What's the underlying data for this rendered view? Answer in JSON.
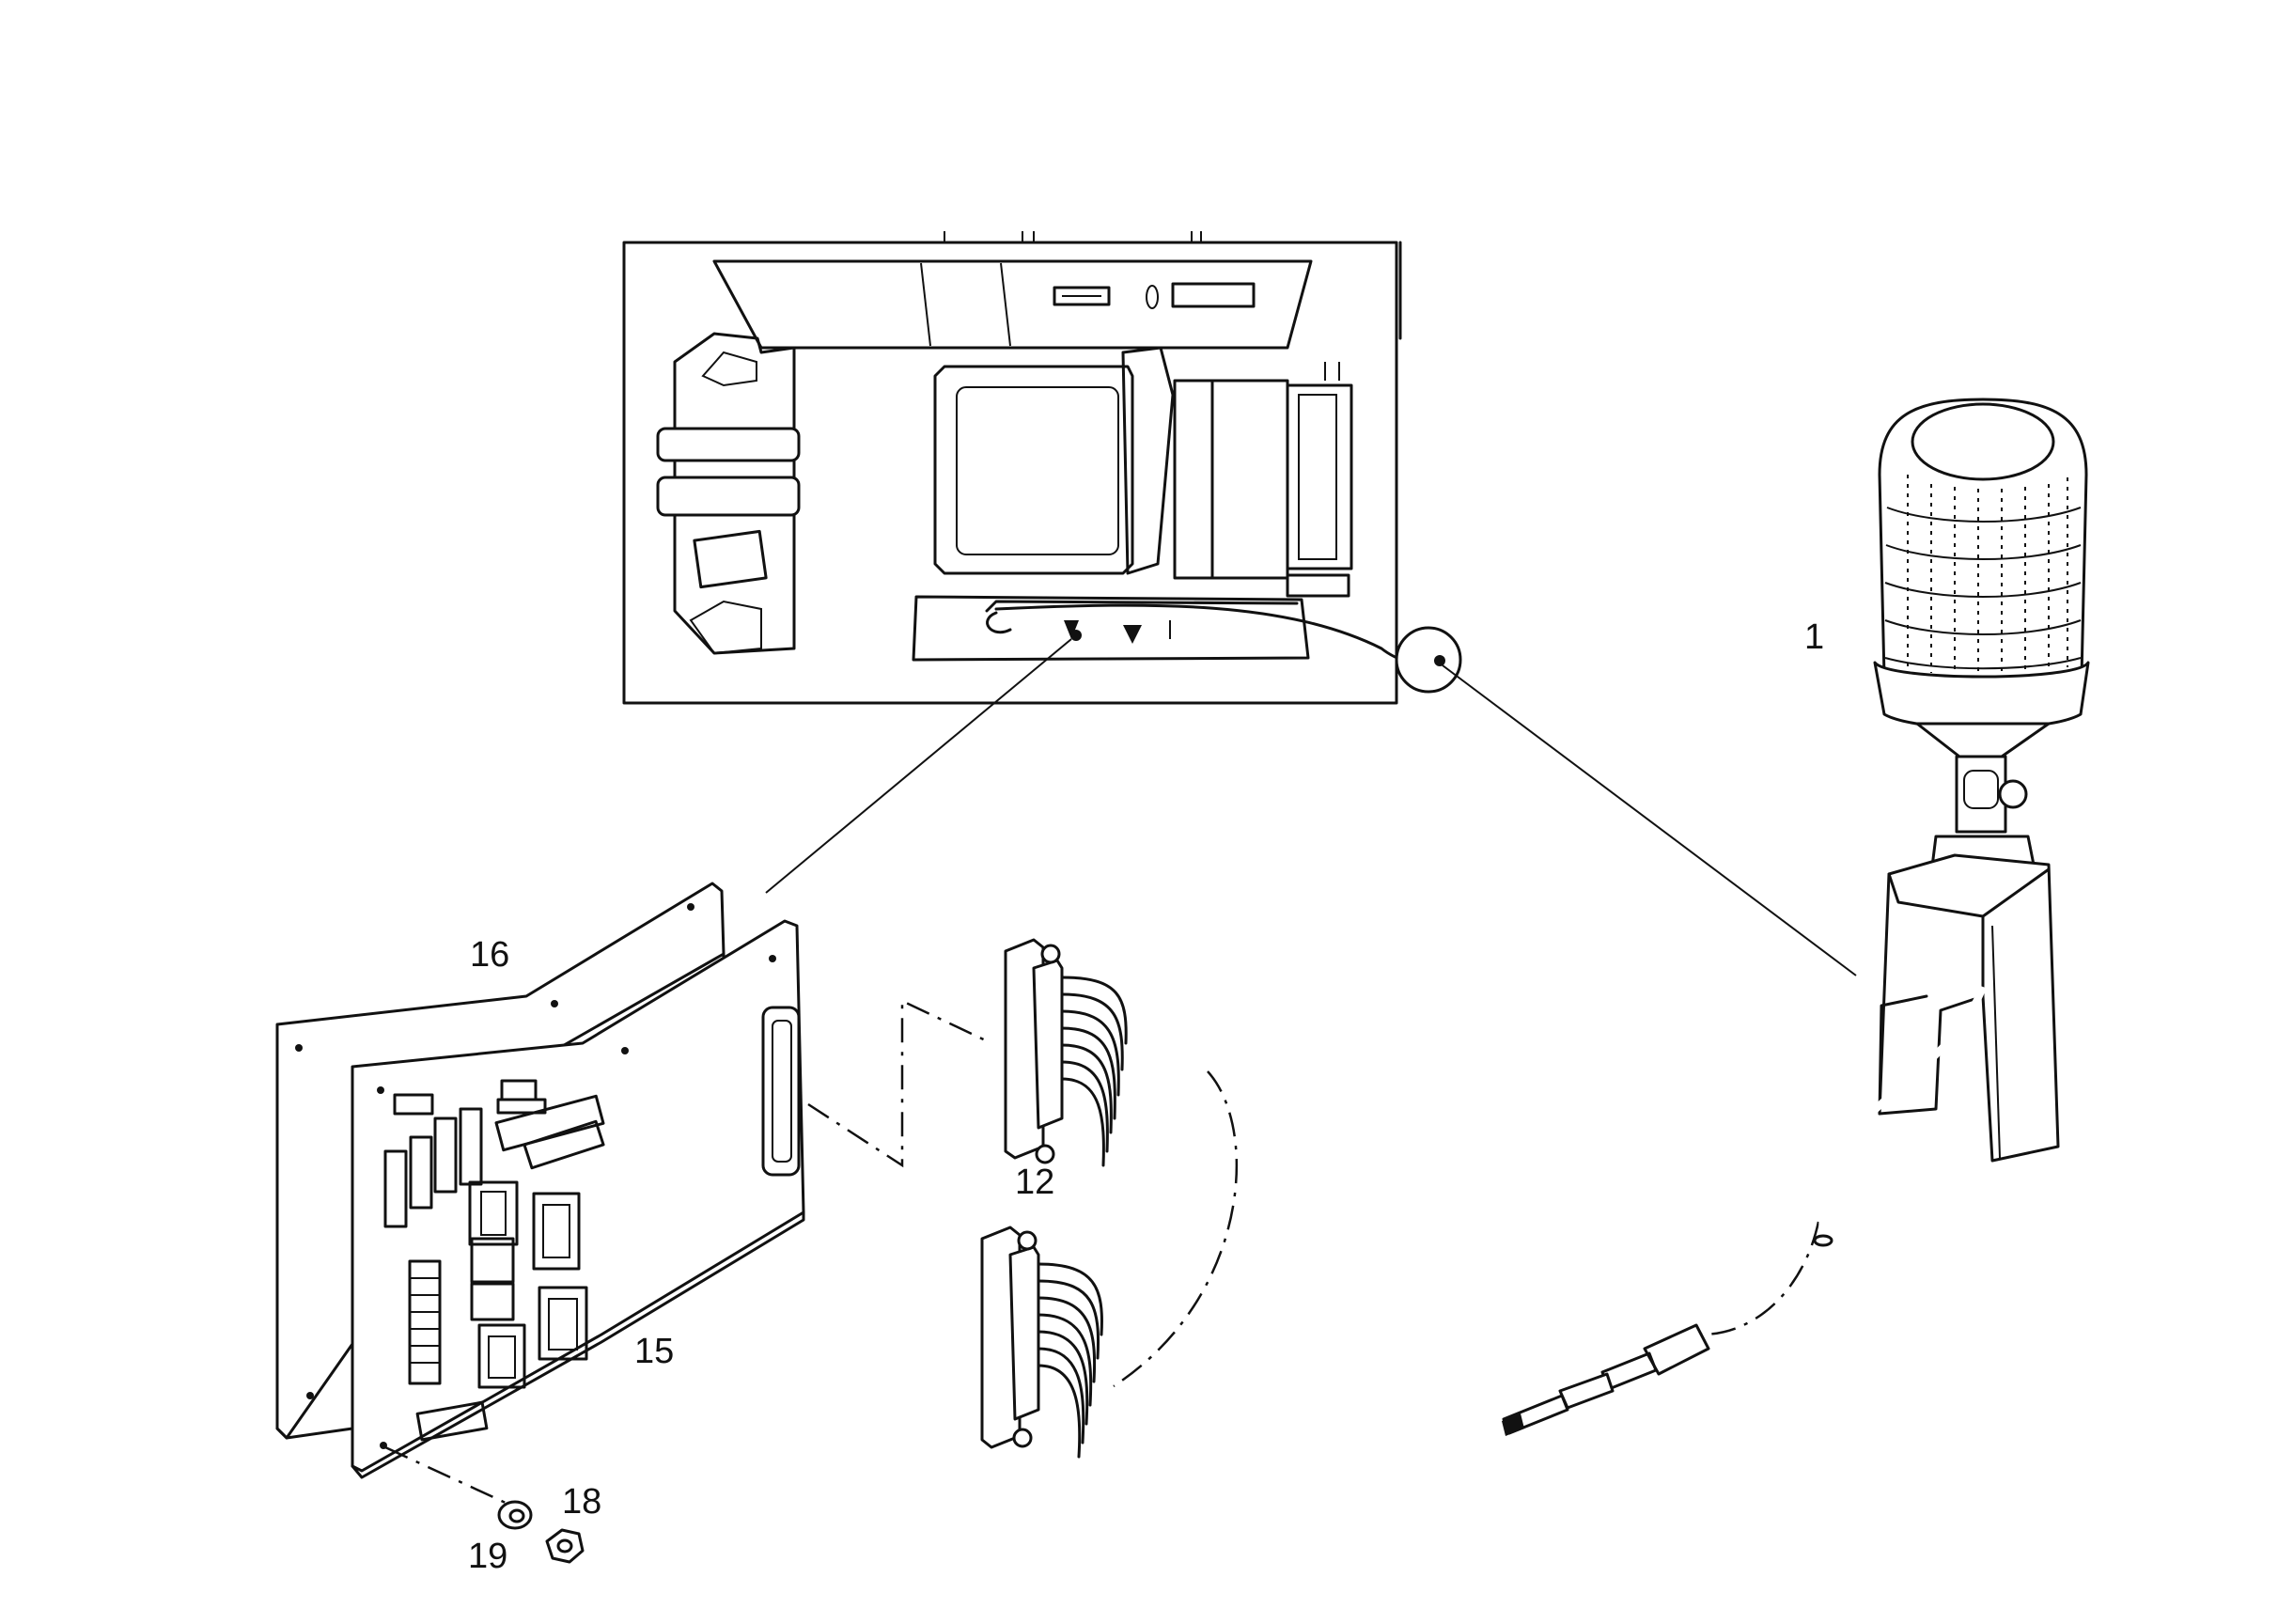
{
  "diagram": {
    "colors": {
      "ink": "#111111",
      "paper": "#ffffff"
    },
    "callouts": {
      "c1": "1",
      "c12": "12",
      "c15": "15",
      "c16": "16",
      "c18": "18",
      "c19": "19"
    },
    "parts": [
      "machine-overview",
      "warning-beacon",
      "circuit-board-15",
      "back-plate-16",
      "sub-d-connector-top",
      "sub-d-connector-bottom",
      "washer-19",
      "nut-18",
      "beacon-plug"
    ]
  }
}
